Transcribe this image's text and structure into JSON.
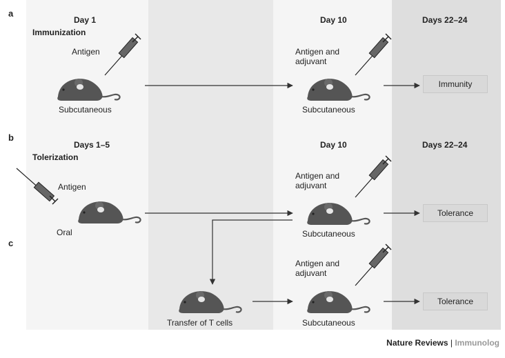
{
  "panels": {
    "a": "a",
    "b": "b",
    "c": "c"
  },
  "row_a": {
    "day_left": "Day 1",
    "procedure": "Immunization",
    "antigen_label": "Antigen",
    "route_left": "Subcutaneous",
    "day_mid": "Day 10",
    "adjuvant_label": "Antigen and\nadjuvant",
    "route_mid": "Subcutaneous",
    "day_right": "Days 22–24",
    "result": "Immunity"
  },
  "row_b": {
    "day_left": "Days 1–5",
    "procedure": "Tolerization",
    "antigen_label": "Antigen",
    "route_left": "Oral",
    "day_mid": "Day 10",
    "adjuvant_label": "Antigen and\nadjuvant",
    "route_mid": "Subcutaneous",
    "day_right": "Days 22–24",
    "result": "Tolerance"
  },
  "row_c": {
    "transfer_label": "Transfer of T cells",
    "adjuvant_label": "Antigen and\nadjuvant",
    "route_mid": "Subcutaneous",
    "result": "Tolerance"
  },
  "footer": {
    "journal": "Nature Reviews",
    "separator": " | ",
    "section": "Immunolog"
  },
  "colors": {
    "band_light": "#f4f4f4",
    "band_mid": "#e9e9e9",
    "band_dark": "#dadada",
    "mouse": "#555555",
    "result_box": "#d9d9d9"
  }
}
